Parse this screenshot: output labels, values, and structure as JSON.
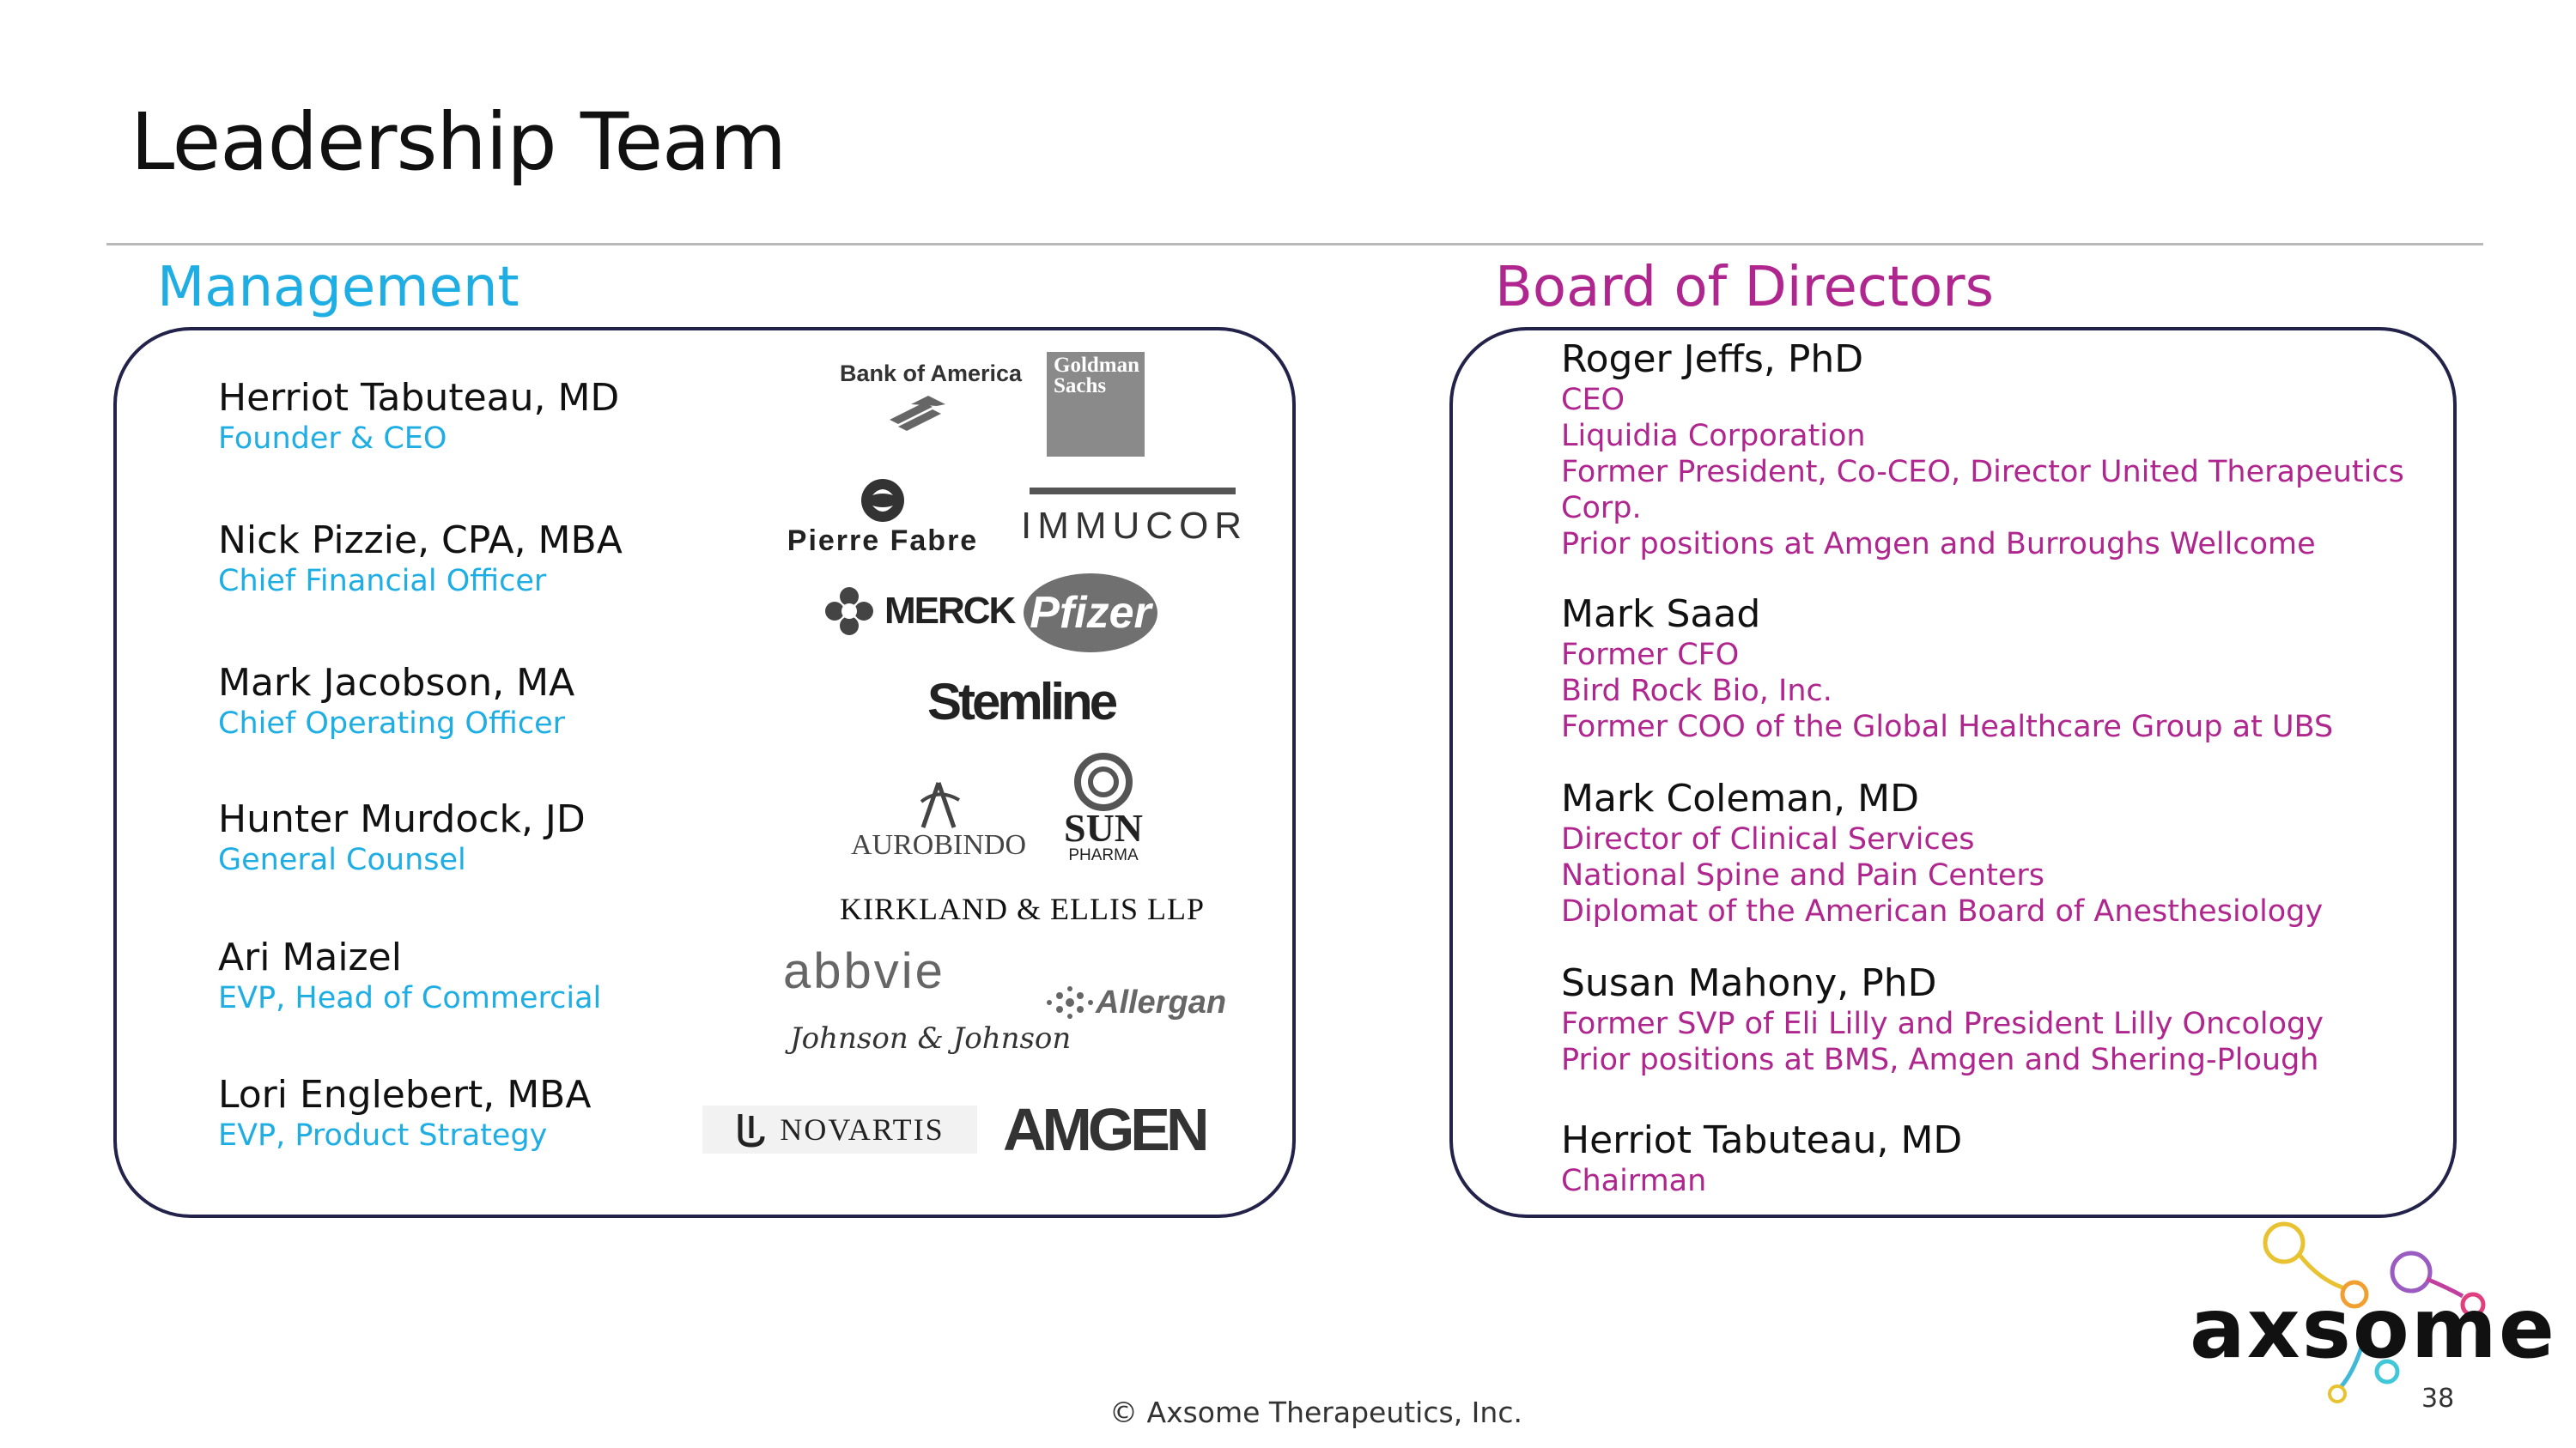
{
  "title": "Leadership Team",
  "management": {
    "heading": "Management",
    "people": [
      {
        "name": "Herriot Tabuteau, MD",
        "role": "Founder & CEO"
      },
      {
        "name": "Nick Pizzie, CPA, MBA",
        "role": "Chief Financial Officer"
      },
      {
        "name": "Mark Jacobson, MA",
        "role": "Chief Operating Officer"
      },
      {
        "name": "Hunter Murdock, JD",
        "role": "General Counsel"
      },
      {
        "name": "Ari Maizel",
        "role": "EVP, Head of Commercial"
      },
      {
        "name": "Lori Englebert, MBA",
        "role": "EVP, Product Strategy"
      }
    ],
    "logos": {
      "bank_of_america": "Bank of America",
      "goldman_sachs": "Goldman Sachs",
      "pierre_fabre": "Pierre Fabre",
      "immucor": "IMMUCOR",
      "merck": "MERCK",
      "pfizer": "Pfizer",
      "stemline": "Stemline",
      "aurobindo": "AUROBINDO",
      "sun_pharma": "SUN",
      "sun_pharma_sub": "PHARMA",
      "kirkland": "KIRKLAND & ELLIS LLP",
      "abbvie": "abbvie",
      "allergan": "Allergan",
      "jnj": "Johnson & Johnson",
      "novartis": "NOVARTIS",
      "amgen": "AMGEN"
    }
  },
  "board": {
    "heading": "Board of Directors",
    "people": [
      {
        "name": "Roger Jeffs, PhD",
        "lines": [
          "CEO",
          "Liquidia Corporation",
          "Former President, Co-CEO, Director United Therapeutics",
          "Corp.",
          "Prior positions at Amgen and Burroughs Wellcome"
        ]
      },
      {
        "name": "Mark Saad",
        "lines": [
          "Former CFO",
          "Bird Rock Bio, Inc.",
          "Former COO of the Global Healthcare Group at UBS"
        ]
      },
      {
        "name": "Mark Coleman, MD",
        "lines": [
          "Director of Clinical Services",
          "National Spine and Pain Centers",
          "Diplomat of the American Board of Anesthesiology"
        ]
      },
      {
        "name": "Susan Mahony, PhD",
        "lines": [
          "Former SVP of Eli Lilly and President Lilly Oncology",
          "Prior positions at BMS,  Amgen and Shering-Plough"
        ]
      },
      {
        "name": "Herriot Tabuteau, MD",
        "lines": [
          "Chairman"
        ]
      }
    ]
  },
  "footer": "© Axsome Therapeutics, Inc.",
  "page_number": "38",
  "brand": {
    "name": "axsome",
    "colors": {
      "management": "#1eaee4",
      "board": "#b0268f",
      "panel_border": "#22224a"
    }
  }
}
